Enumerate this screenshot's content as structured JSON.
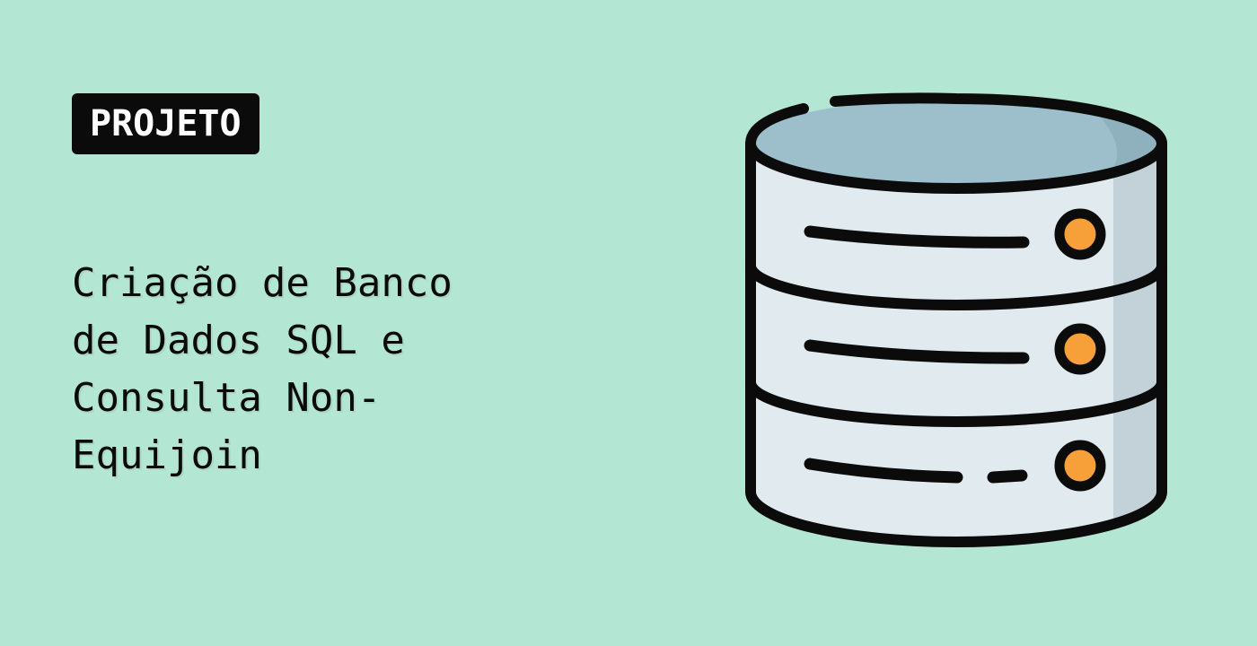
{
  "badge": {
    "label": "PROJETO"
  },
  "title": {
    "lines": [
      "Criação de Banco",
      "de Dados SQL e",
      "Consulta Non-",
      "Equijoin"
    ]
  },
  "illustration": {
    "icon": "database-icon",
    "colors": {
      "background": "#b4e6d4",
      "outline": "#0b0b0b",
      "top_fill": "#9dbfcb",
      "body_fill": "#e1ebef",
      "body_shade": "#c3d2d9",
      "indicator": "#f7a03a"
    }
  }
}
